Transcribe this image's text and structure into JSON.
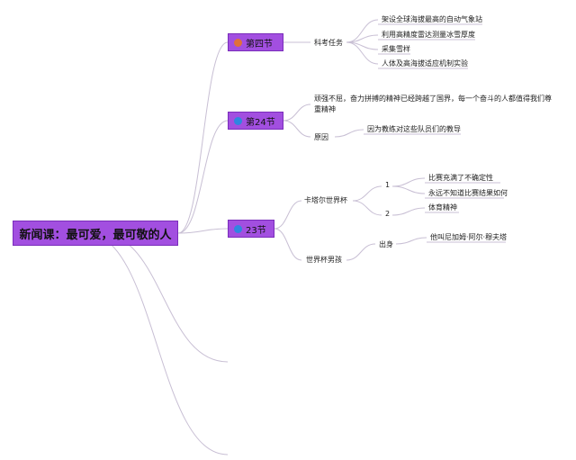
{
  "root": {
    "label": "新闻课：最可爱，最可敬的人"
  },
  "sections": [
    {
      "id": "s4",
      "label": "第四节",
      "dot_color": "#e0703a",
      "children": [
        {
          "label": "科考任务",
          "items": [
            "架设全球海拔最高的自动气象站",
            "利用高精度雷达测量冰雪厚度",
            "采集雪样",
            "人体及高海拔适应机制实验"
          ]
        }
      ]
    },
    {
      "id": "s24",
      "label": "第24节",
      "dot_color": "#2f86e0",
      "children": [
        {
          "label": "顽强不屈，奋力拼搏的精神已经跨越了国界，每一个奋斗的人都值得我们尊重精神"
        },
        {
          "label": "原因",
          "items": [
            "因为教练对这些队员们的教导"
          ]
        }
      ]
    },
    {
      "id": "s23",
      "label": "23节",
      "dot_color": "#2f86e0",
      "children": [
        {
          "label": "卡塔尔世界杯",
          "groups": [
            {
              "label": "1",
              "items": [
                "比赛充满了不确定性",
                "永远不知道比赛结果如何"
              ]
            },
            {
              "label": "2",
              "items": [
                "体育精神"
              ]
            }
          ]
        },
        {
          "label": "世界杯男孩",
          "groups": [
            {
              "label": "出身",
              "items": [
                "他叫尼加姆·阿尔·穆夫塔"
              ]
            }
          ]
        }
      ]
    }
  ],
  "colors": {
    "node_fill": "#a24fe0",
    "link": "#c8bfd4"
  }
}
